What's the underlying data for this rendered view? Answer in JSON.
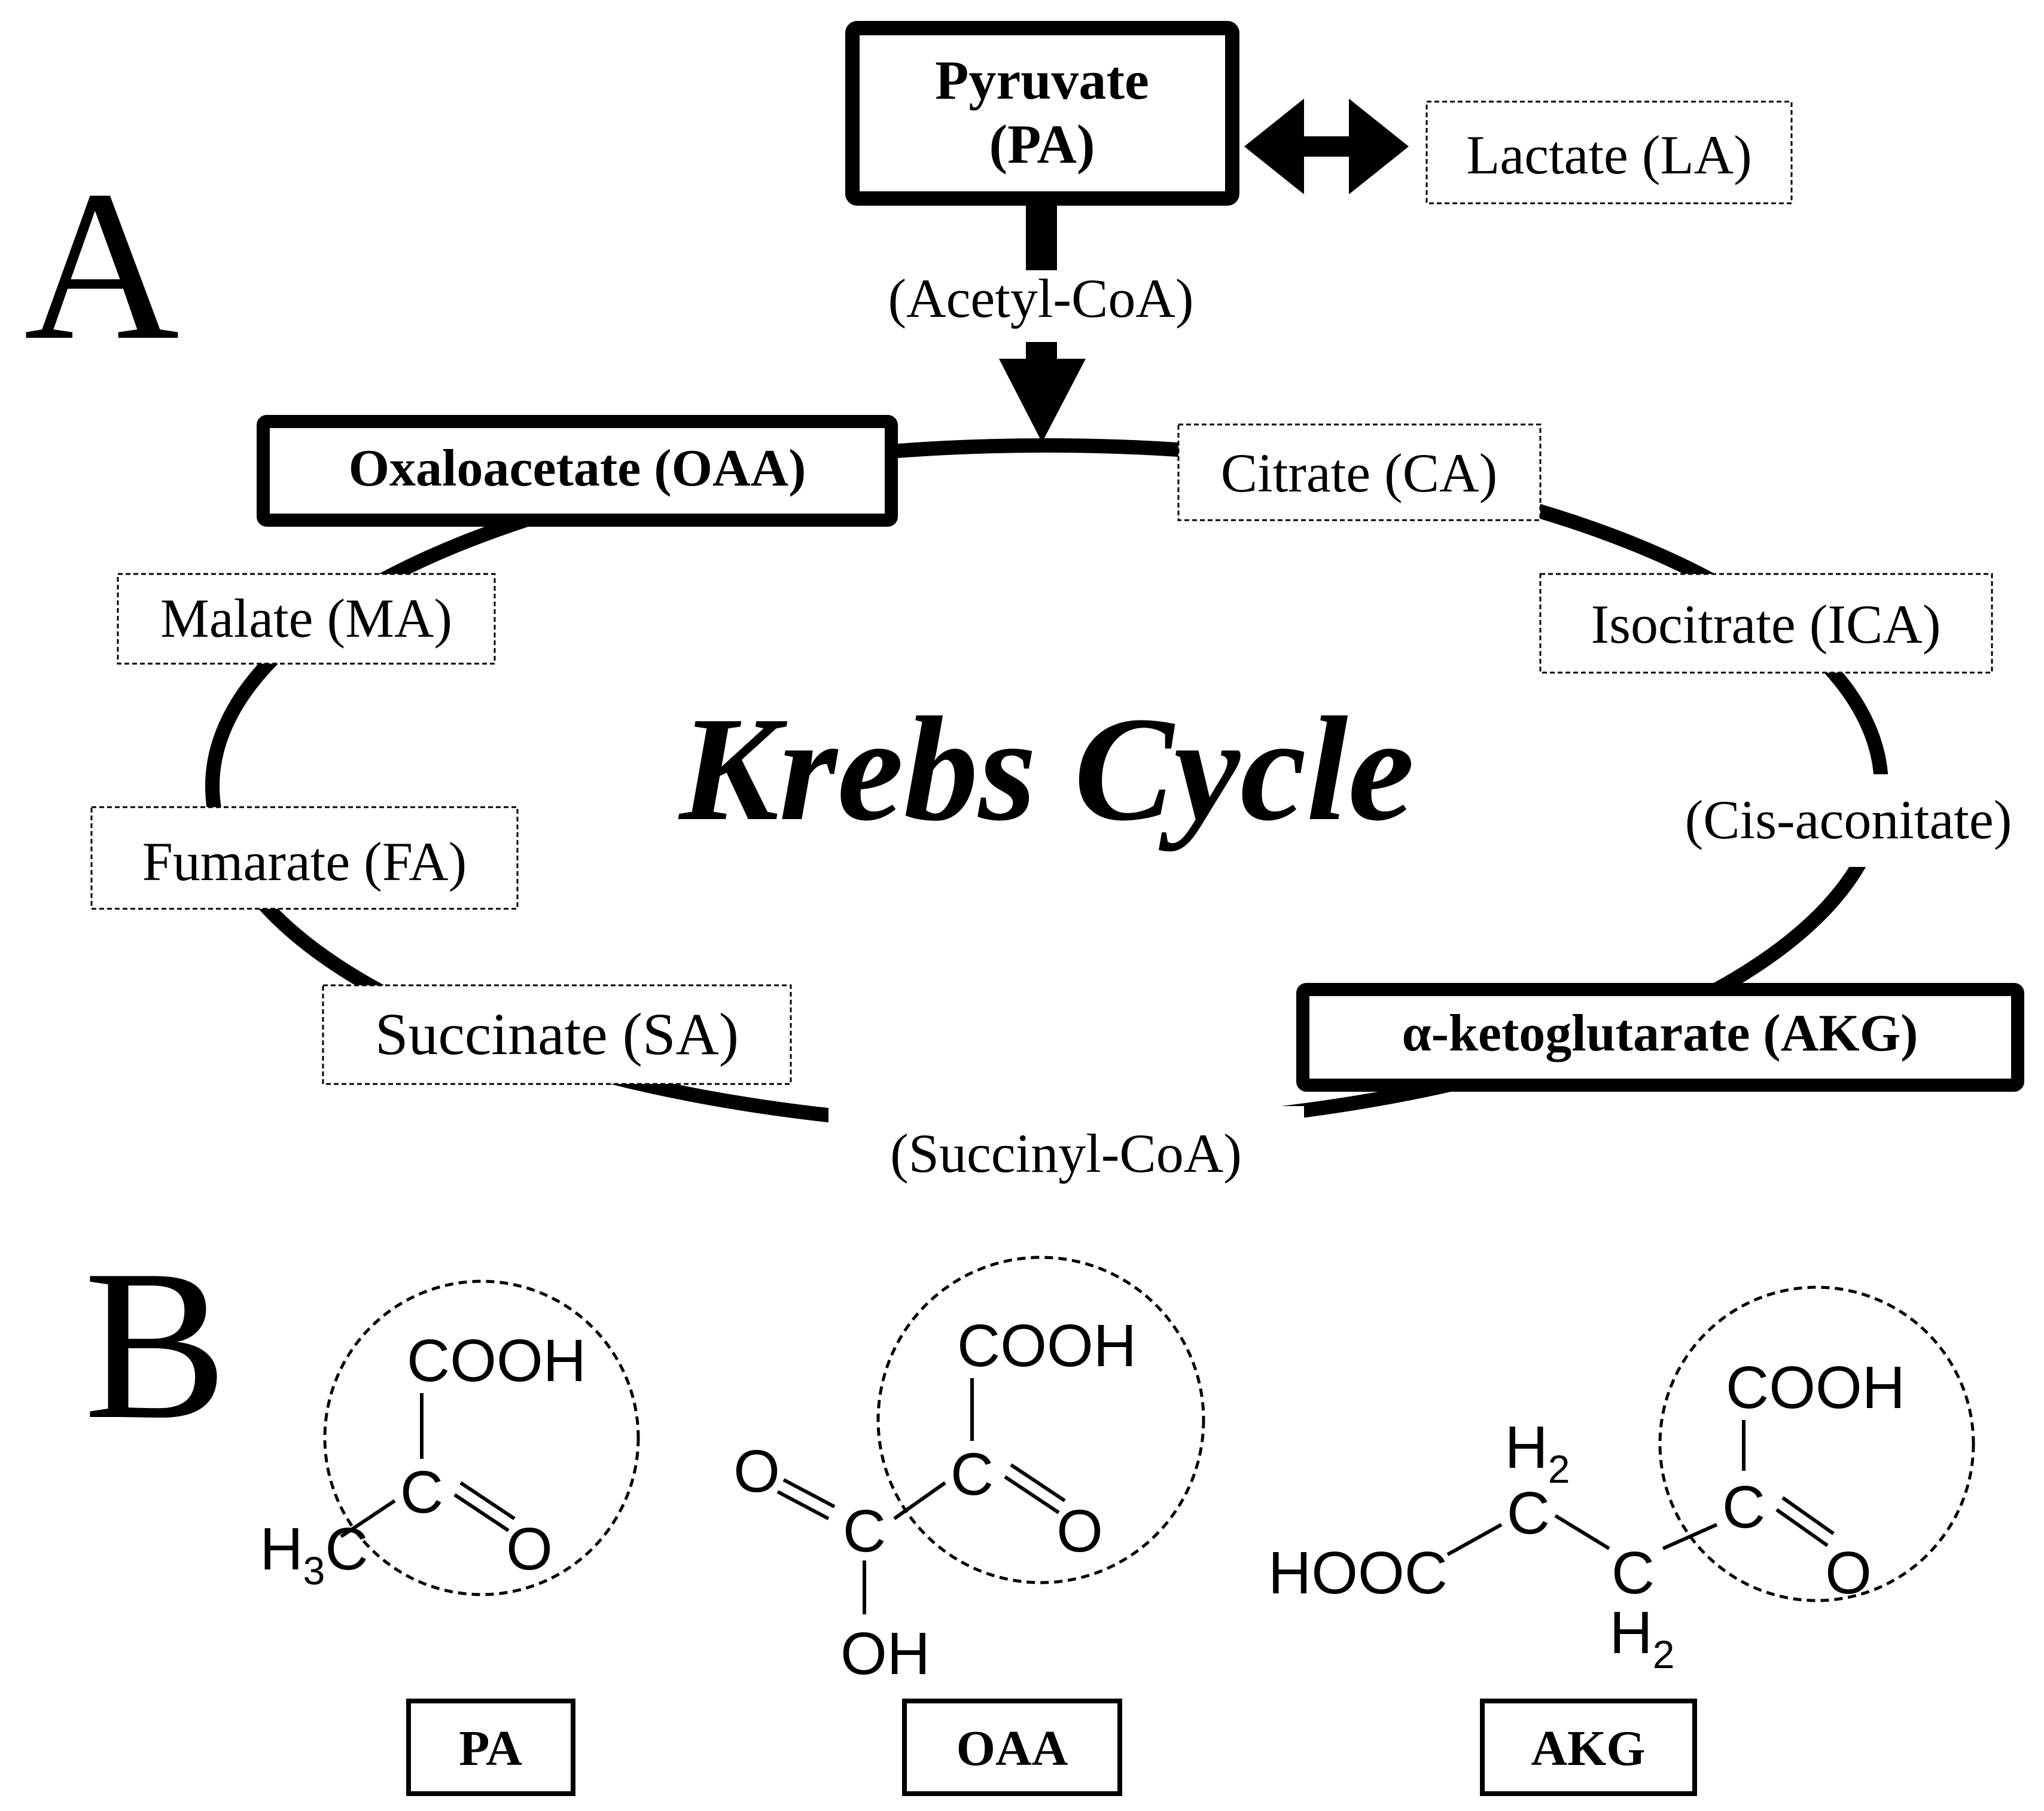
{
  "panel_a": {
    "letter": "A",
    "title": "Krebs Cycle",
    "pyruvate": {
      "line1": "Pyruvate",
      "line2": "(PA)"
    },
    "lactate": "Lactate (LA)",
    "acetyl_coa": "(Acetyl-CoA)",
    "metabolites": {
      "oaa": "Oxaloacetate (OAA)",
      "citrate": "Citrate (CA)",
      "isocitrate": "Isocitrate (ICA)",
      "cis_aconitate": "(Cis-aconitate)",
      "akg": "α-ketoglutarate (AKG)",
      "succinyl_coa": "(Succinyl-CoA)",
      "succinate": "Succinate (SA)",
      "fumarate": "Fumarate (FA)",
      "malate": "Malate (MA)"
    }
  },
  "panel_b": {
    "letter": "B",
    "structures": {
      "pa": {
        "label": "PA",
        "atoms": {
          "cooh": "COOH",
          "c": "C",
          "o": "O",
          "h3c_h": "H",
          "h3c_sub": "3",
          "h3c_c": "C"
        }
      },
      "oaa": {
        "label": "OAA",
        "atoms": {
          "cooh": "COOH",
          "c_center": "C",
          "o_right": "O",
          "o_left": "O",
          "c_left": "C",
          "oh": "OH"
        }
      },
      "akg": {
        "label": "AKG",
        "atoms": {
          "cooh": "COOH",
          "c_keto": "C",
          "o": "O",
          "hooc": "HOOC",
          "ch2_top_c": "C",
          "ch2_top_h": "H",
          "ch2_top_sub": "2",
          "ch2_bot_c": "C",
          "ch2_bot_h": "H",
          "ch2_bot_sub": "2"
        }
      }
    }
  }
}
